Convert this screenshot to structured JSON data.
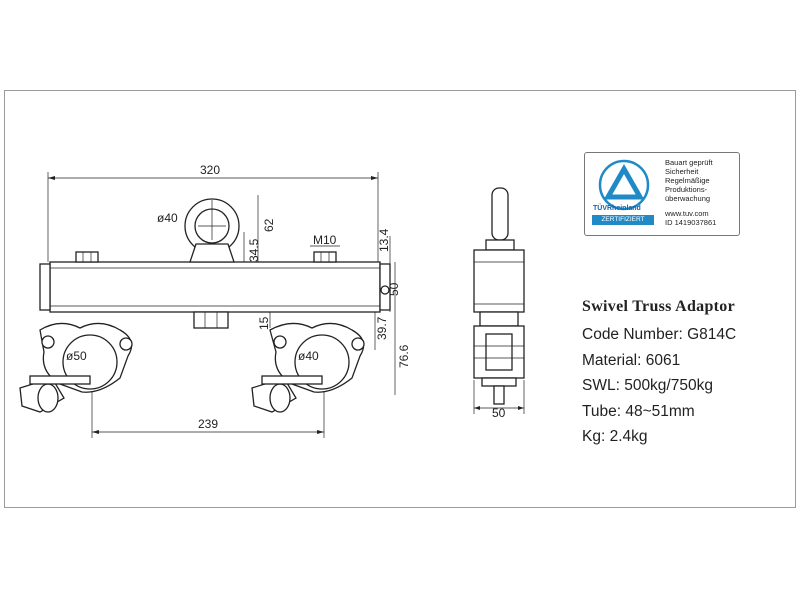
{
  "dimensions": {
    "overall_length": "320",
    "ring_diameter": "ø40",
    "ring_height": "62",
    "ring_base": "34.5",
    "bolt": "M10",
    "nut_height": "13.4",
    "tube_height": "50",
    "gap": "15",
    "clamp_offset": "39.7",
    "total_height": "76.6",
    "clamp_left": "ø50",
    "clamp_right": "ø40",
    "clamp_spacing": "239",
    "side_width": "50"
  },
  "certificate": {
    "brand": "TÜVRheinland",
    "badge": "ZERTIFIZIERT",
    "lines": [
      "Bauart geprüft",
      "Sicherheit",
      "Regelmäßige",
      "Produktions-",
      "überwachung"
    ],
    "website": "www.tuv.com",
    "id": "ID 1419037861",
    "accent_color": "#1f8ac6"
  },
  "specs": {
    "title": "Swivel Truss Adaptor",
    "code": "Code Number: G814C",
    "material": "Material: 6061",
    "swl": "SWL: 500kg/750kg",
    "tube": "Tube: 48~51mm",
    "weight": "Kg: 2.4kg"
  }
}
